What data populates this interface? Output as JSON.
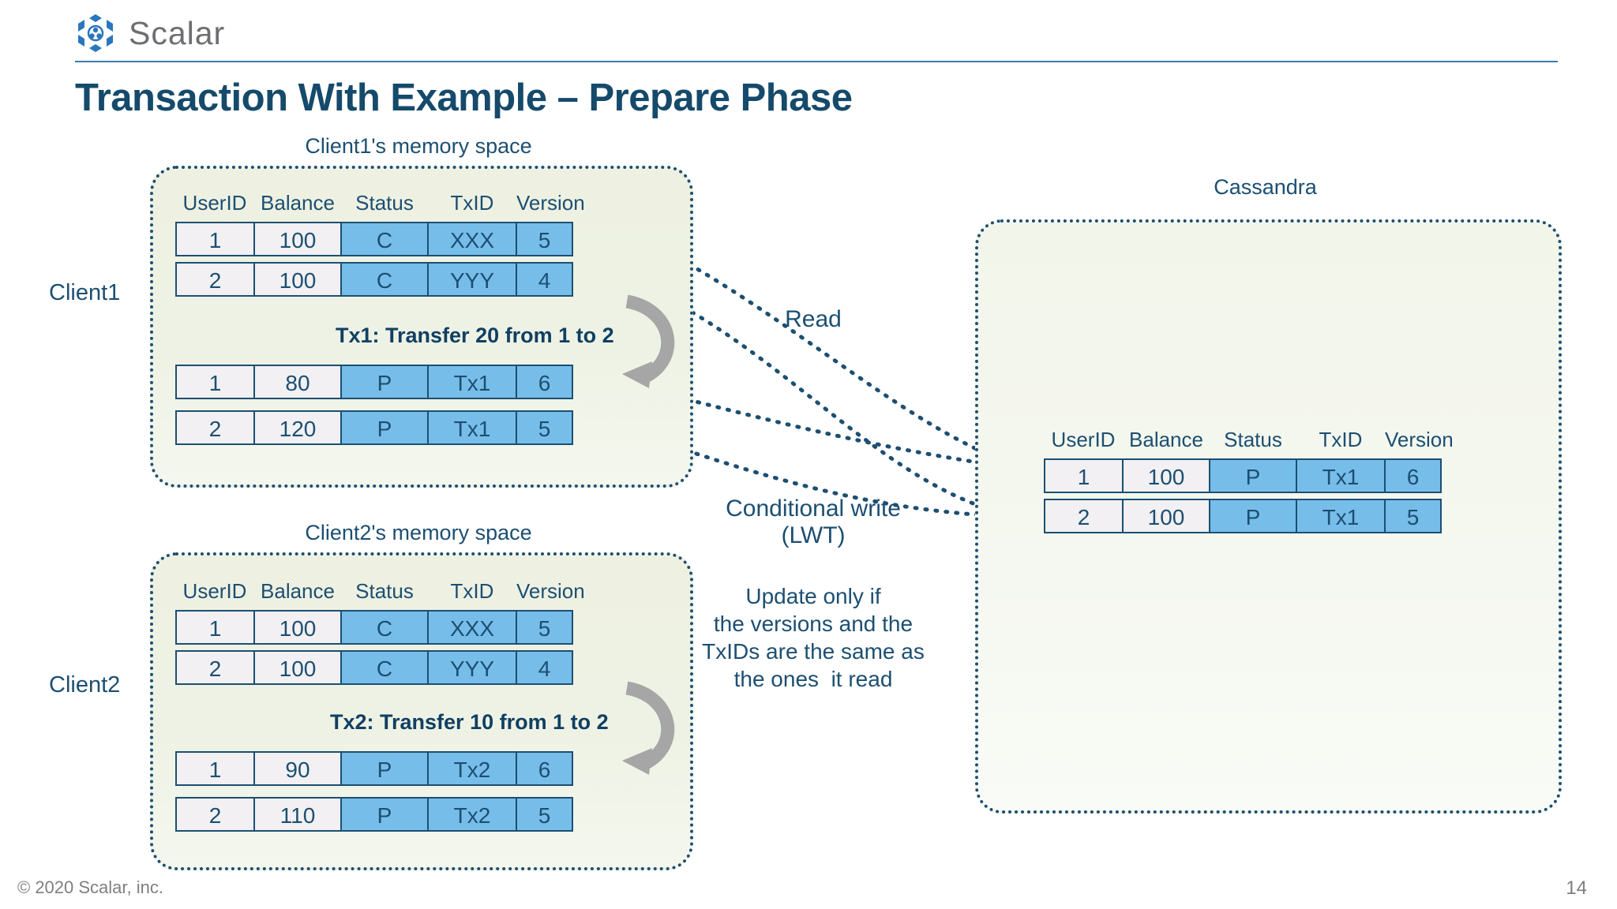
{
  "brand": {
    "name": "Scalar",
    "logo_icon": "scalar-hexagon-logo-icon",
    "accent": "#3a7ca8",
    "title_color": "#154a6b"
  },
  "slide": {
    "title": "Transaction With Example – Prepare Phase",
    "number": "14",
    "copyright": "© 2020 Scalar, inc."
  },
  "columns": [
    "UserID",
    "Balance",
    "Status",
    "TxID",
    "Version"
  ],
  "client1": {
    "label": "Client1",
    "caption": "Client1's memory space",
    "tx_label": "Tx1: Transfer 20 from 1 to 2",
    "read_rows": [
      {
        "userid": "1",
        "balance": "100",
        "status": "C",
        "txid": "XXX",
        "version": "5"
      },
      {
        "userid": "2",
        "balance": "100",
        "status": "C",
        "txid": "YYY",
        "version": "4"
      }
    ],
    "write_rows": [
      {
        "userid": "1",
        "balance": "80",
        "status": "P",
        "txid": "Tx1",
        "version": "6"
      },
      {
        "userid": "2",
        "balance": "120",
        "status": "P",
        "txid": "Tx1",
        "version": "5"
      }
    ]
  },
  "client2": {
    "label": "Client2",
    "caption": "Client2's memory space",
    "tx_label": "Tx2: Transfer 10  from 1 to 2",
    "read_rows": [
      {
        "userid": "1",
        "balance": "100",
        "status": "C",
        "txid": "XXX",
        "version": "5"
      },
      {
        "userid": "2",
        "balance": "100",
        "status": "C",
        "txid": "YYY",
        "version": "4"
      }
    ],
    "write_rows": [
      {
        "userid": "1",
        "balance": "90",
        "status": "P",
        "txid": "Tx2",
        "version": "6"
      },
      {
        "userid": "2",
        "balance": "110",
        "status": "P",
        "txid": "Tx2",
        "version": "5"
      }
    ]
  },
  "cassandra": {
    "caption": "Cassandra",
    "rows": [
      {
        "userid": "1",
        "balance": "100",
        "status": "P",
        "txid": "Tx1",
        "version": "6"
      },
      {
        "userid": "2",
        "balance": "100",
        "status": "P",
        "txid": "Tx1",
        "version": "5"
      }
    ]
  },
  "annotations": {
    "read": "Read",
    "conditional_write": "Conditional write\n(LWT)",
    "update_rule": "Update only if\nthe versions and the\nTxIDs are the same as\nthe ones  it read"
  },
  "colors": {
    "highlight_cell": "#77bdea",
    "plain_cell": "#f2f0f2",
    "panel_fill": "#eef1e2",
    "border": "#1c4f72",
    "arrow_gray": "#a6a6a6"
  }
}
